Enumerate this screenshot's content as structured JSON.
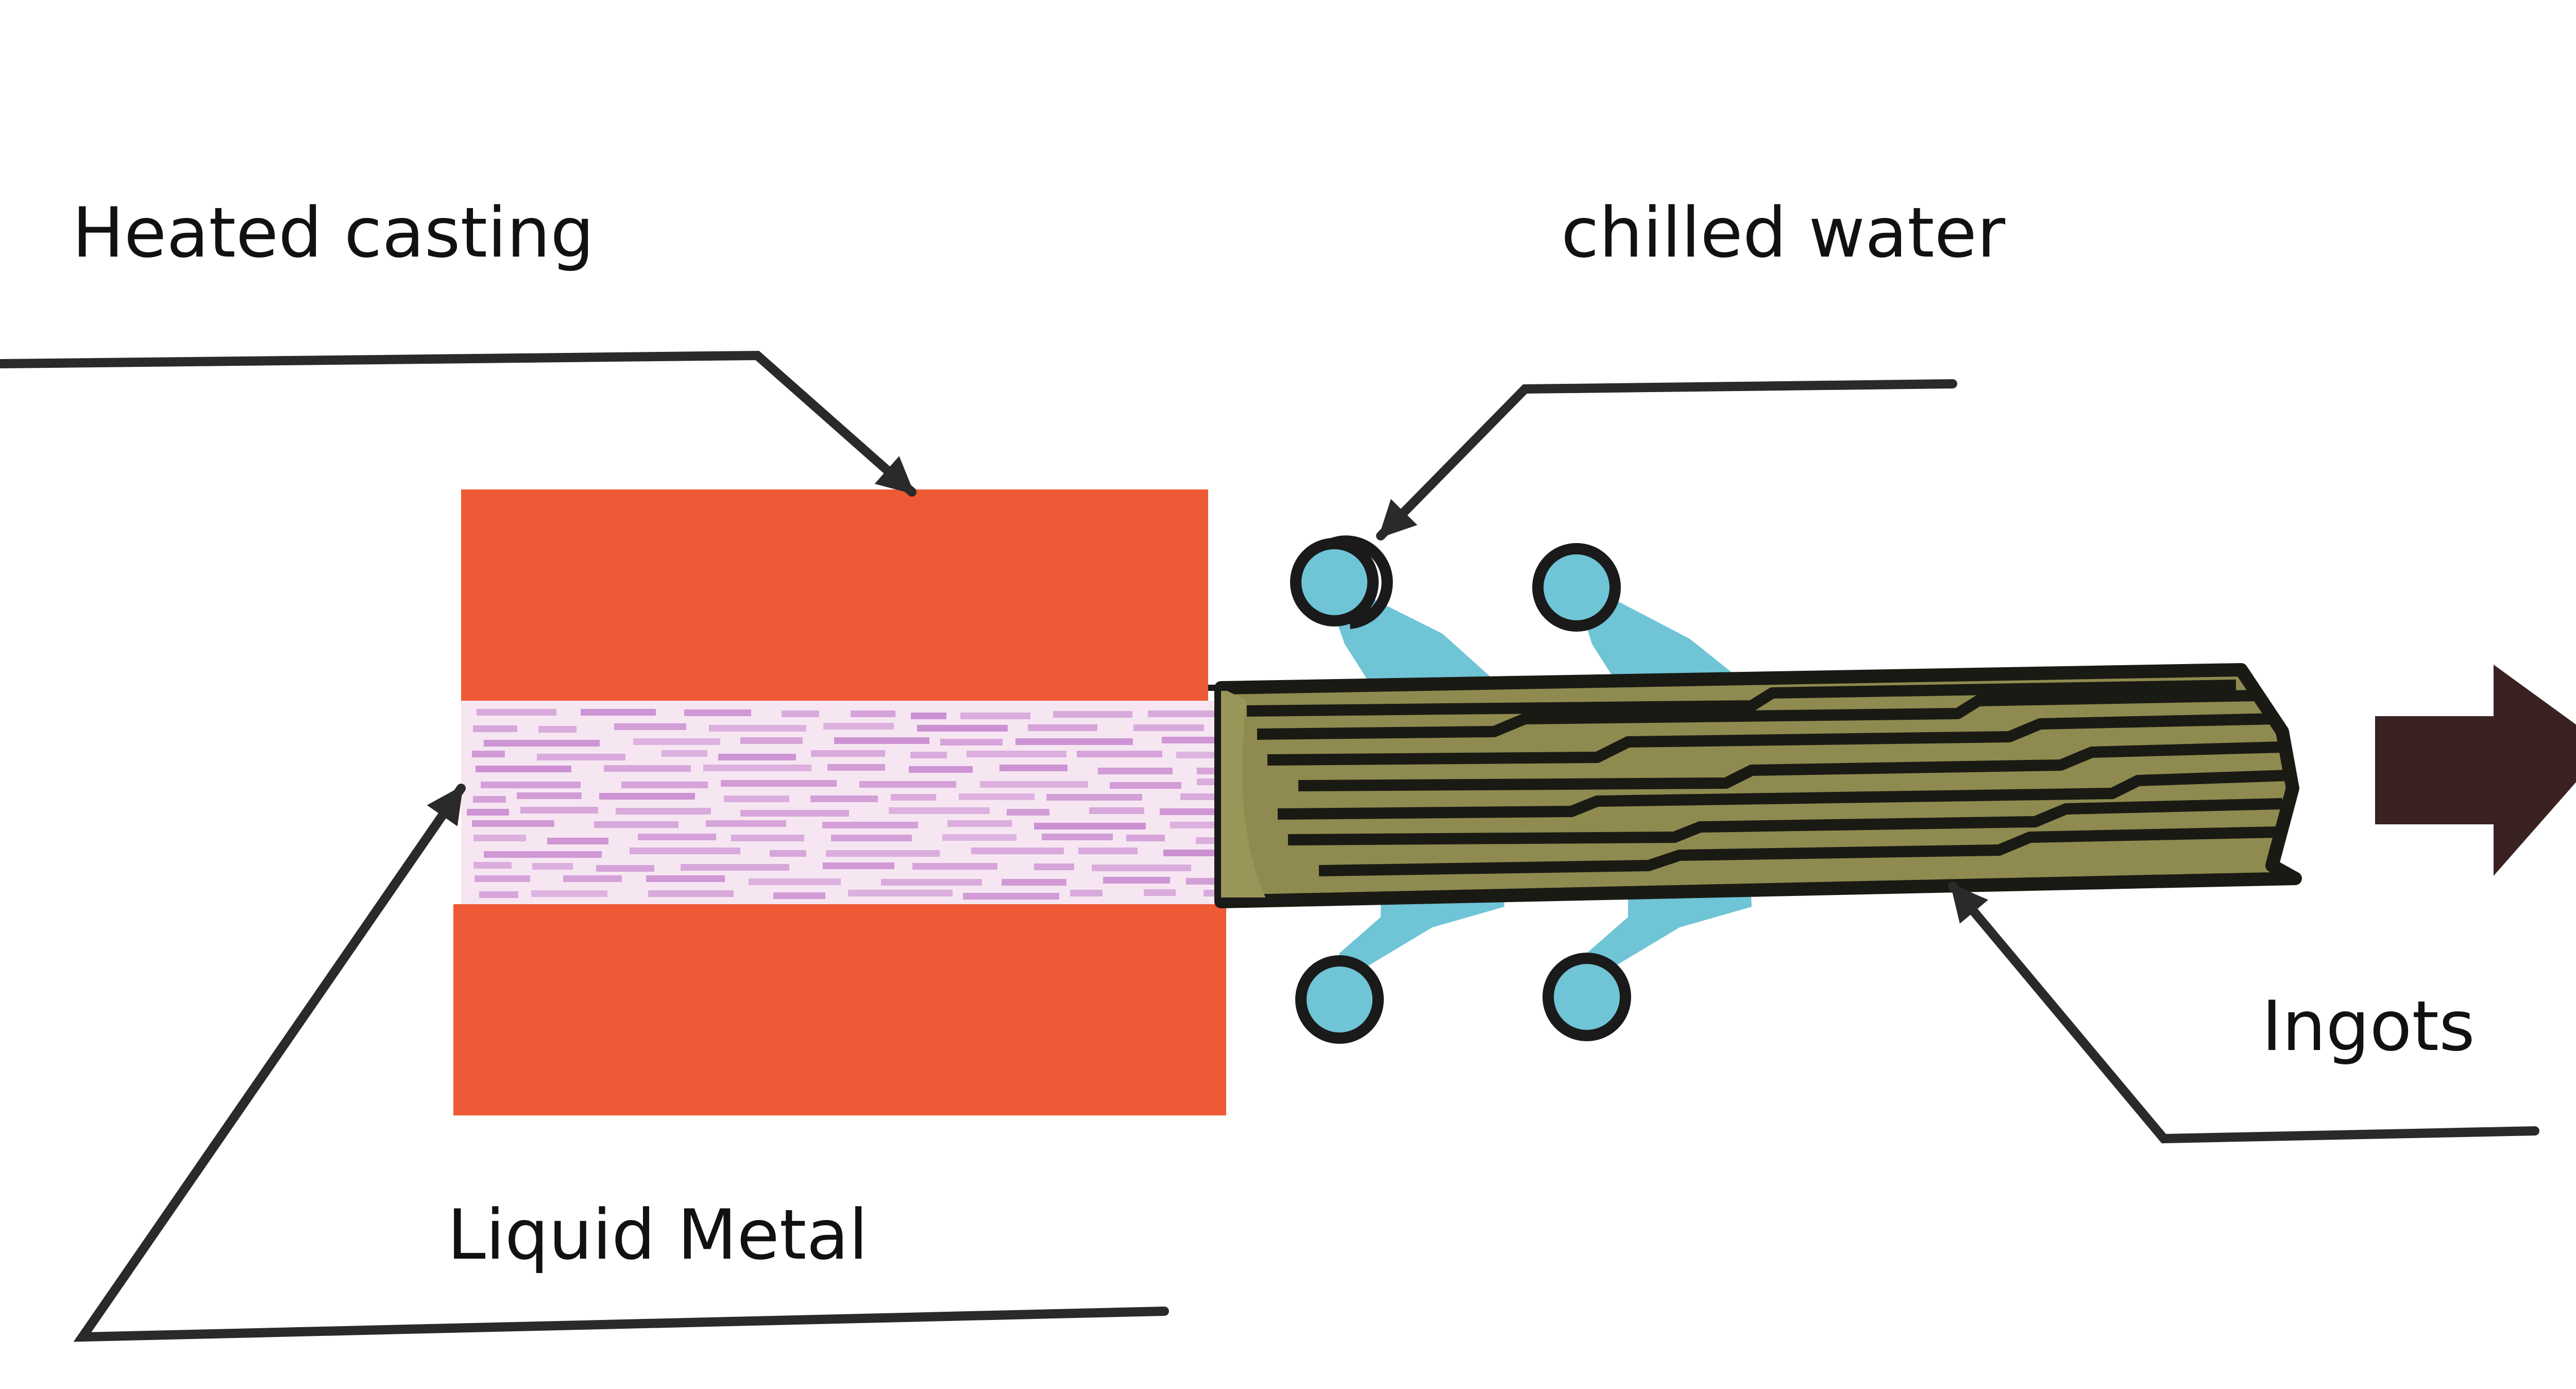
{
  "labels": {
    "heated_casting": "Heated casting",
    "chilled_water": "chilled water",
    "ingots": "Ingots",
    "liquid_metal": "Liquid Metal"
  },
  "colors": {
    "heated_casting": "#ee5a36",
    "liquid_metal": "#e8bde0",
    "liquid_metal_streak": "#c98ad0",
    "chilled_water": "#6fc4d6",
    "ingot": "#8f8a4f",
    "ingot_stripe": "#1a1a14",
    "leader": "#2a2a2a",
    "direction_arrow": "#3a2222"
  }
}
